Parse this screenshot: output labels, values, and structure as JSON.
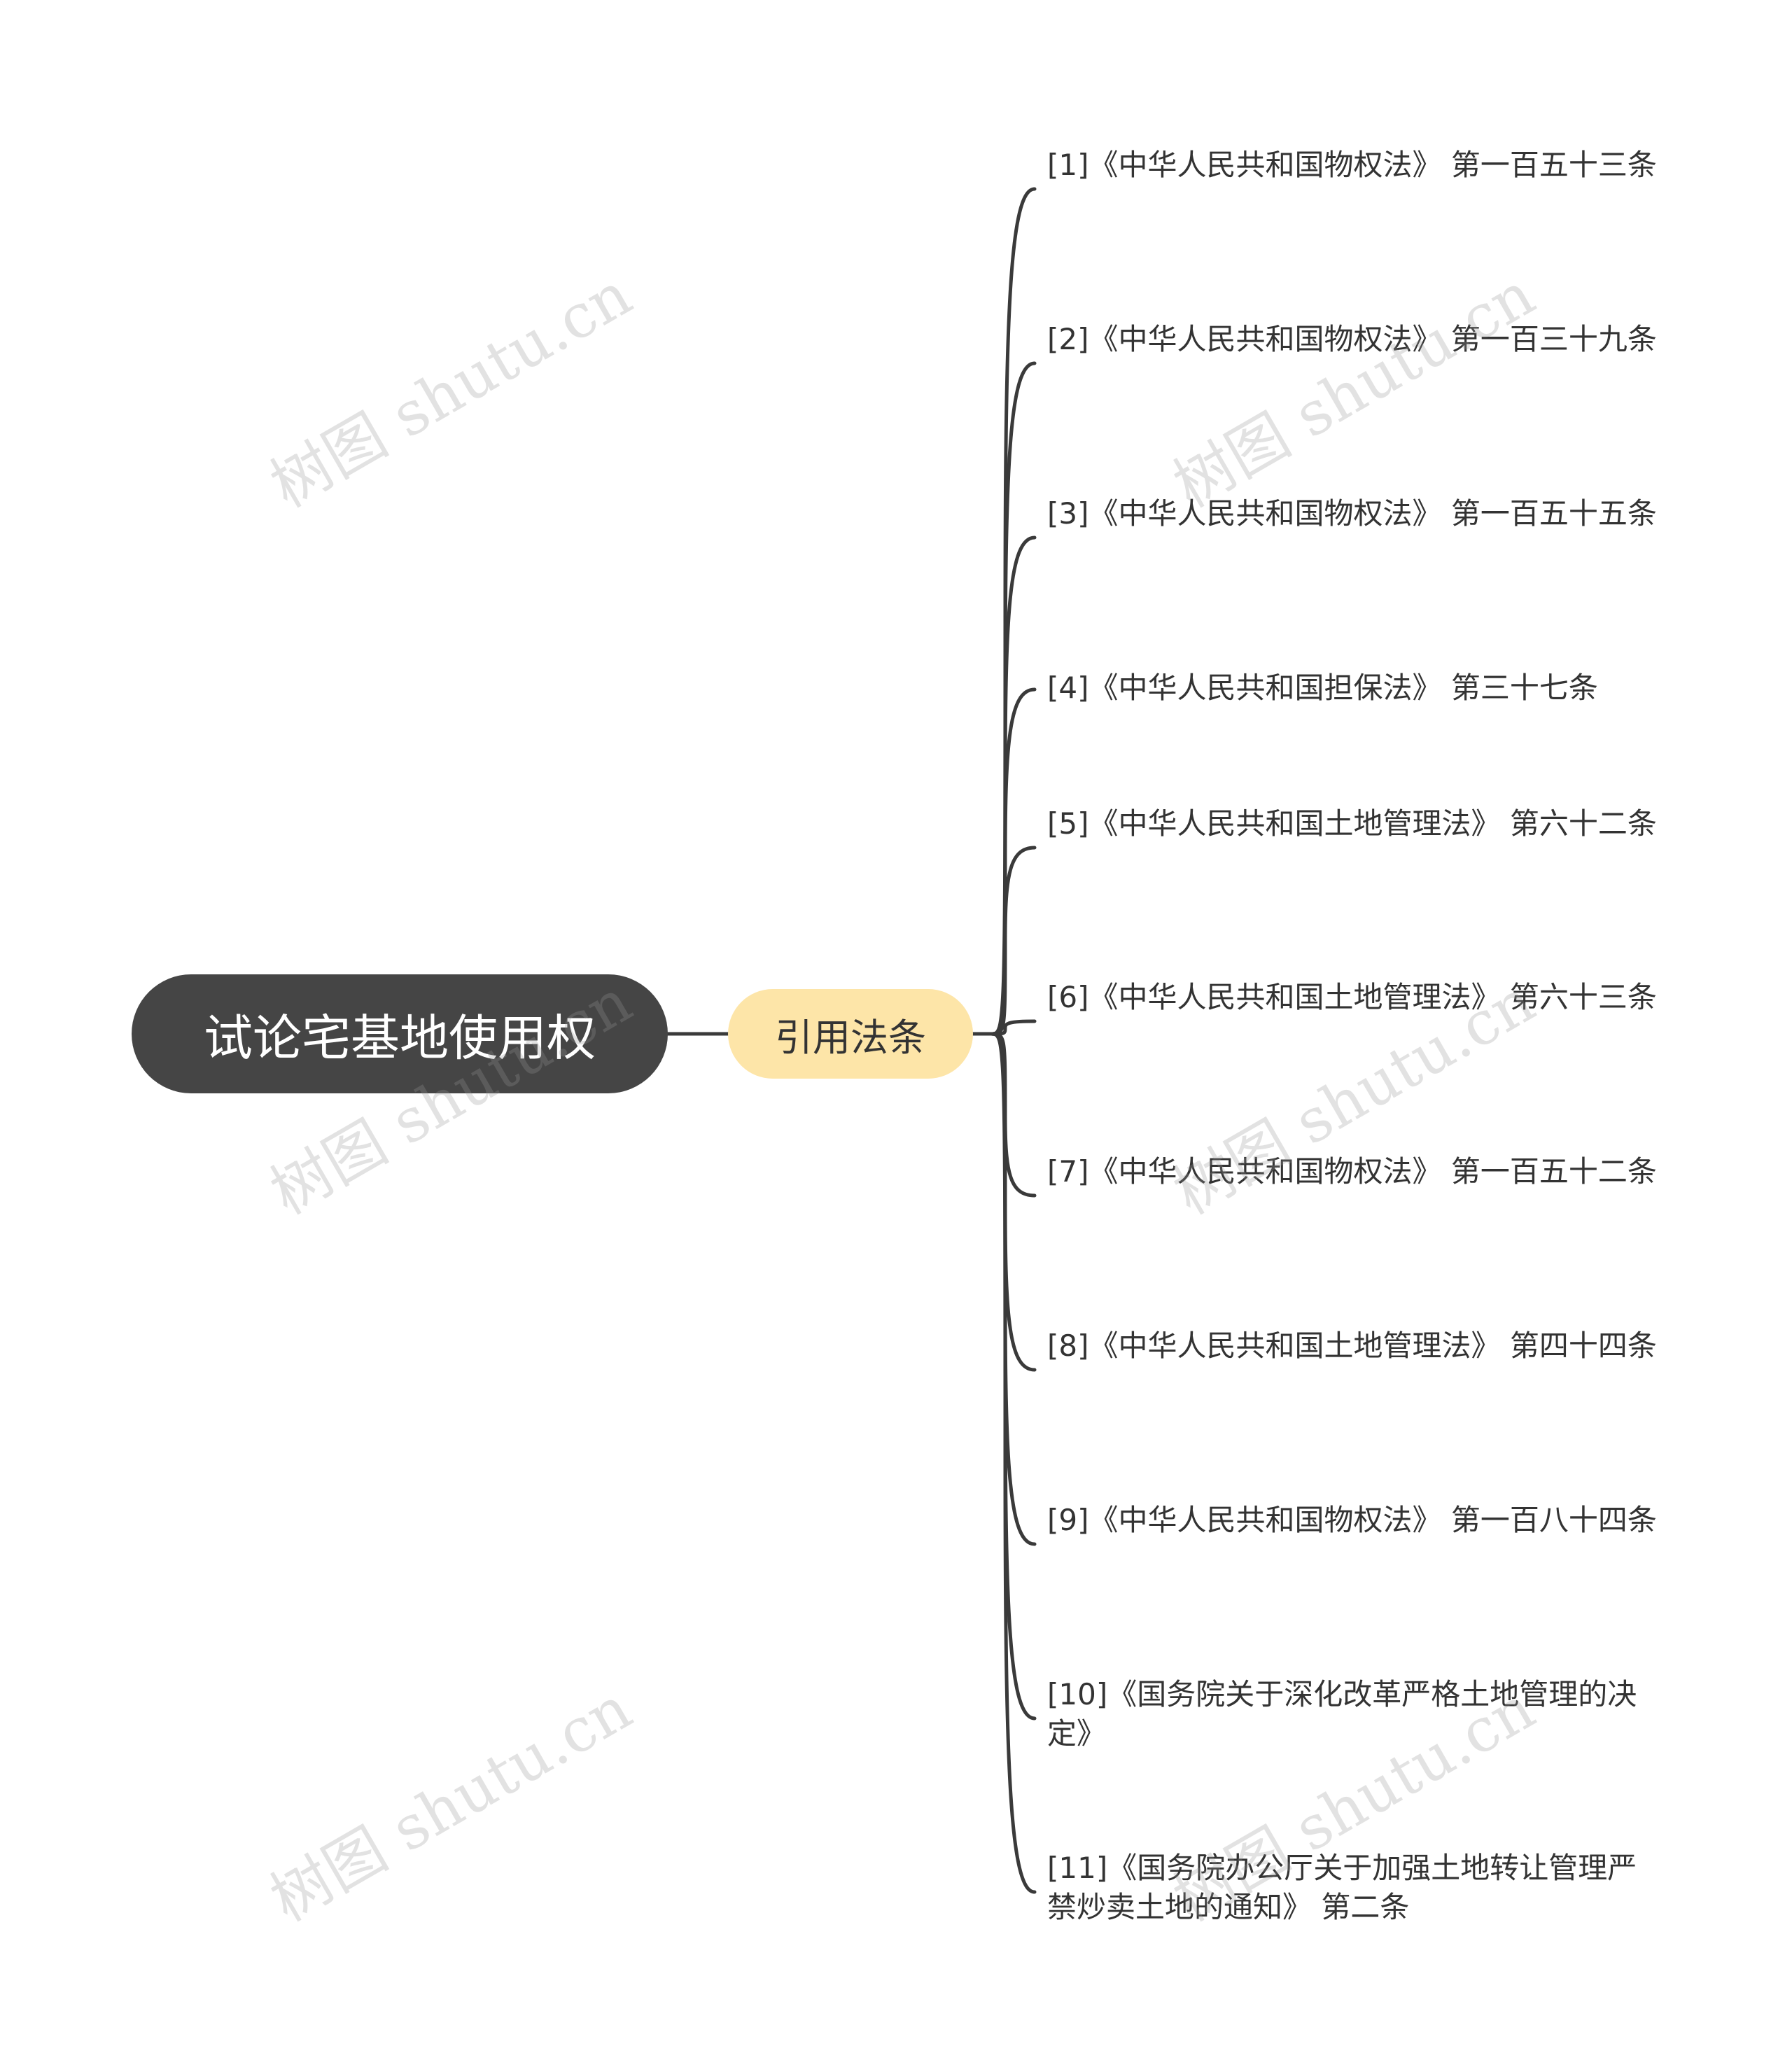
{
  "root": {
    "label": "试论宅基地使用权"
  },
  "branch": {
    "label": "引用法条"
  },
  "leaves": [
    "[1]《中华人民共和国物权法》 第一百五十三条",
    "[2]《中华人民共和国物权法》 第一百三十九条",
    "[3]《中华人民共和国物权法》 第一百五十五条",
    "[4]《中华人民共和国担保法》 第三十七条",
    "[5]《中华人民共和国土地管理法》 第六十二条",
    "[6]《中华人民共和国土地管理法》 第六十三条",
    "[7]《中华人民共和国物权法》 第一百五十二条",
    "[8]《中华人民共和国土地管理法》 第四十四条",
    "[9]《中华人民共和国物权法》 第一百八十四条",
    "[10]《国务院关于深化改革严格土地管理的决定》",
    "[11]《国务院办公厅关于加强土地转让管理严禁炒卖土地的通知》 第二条"
  ],
  "watermark": "树图 shutu.cn",
  "colors": {
    "root_bg": "#454545",
    "branch_bg": "#fde5a8",
    "line": "#3a3a3a"
  }
}
